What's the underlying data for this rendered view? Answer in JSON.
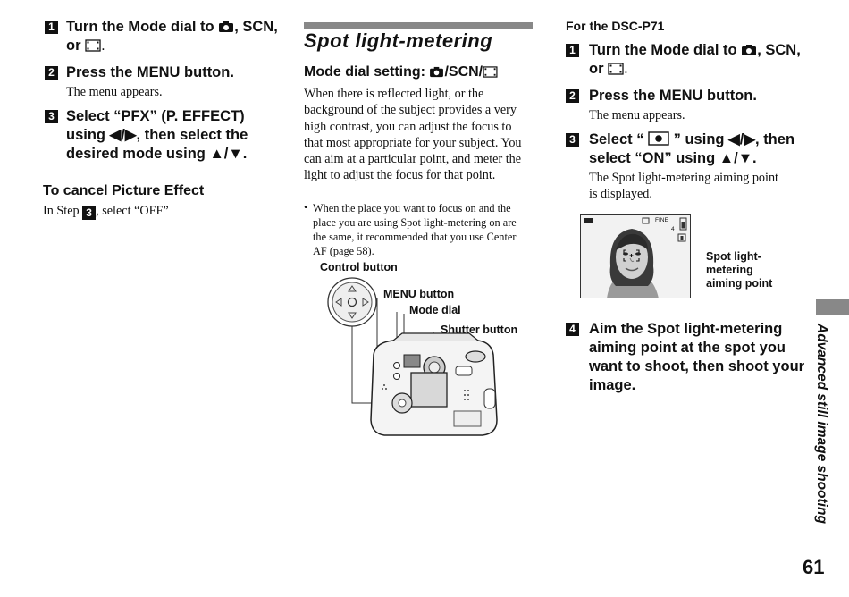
{
  "left": {
    "step1_a": "Turn the Mode dial to",
    "step1_b": ", SCN,",
    "step1_c": "or",
    "step1_d": ".",
    "step2": "Press the MENU button.",
    "step2_note": "The menu appears.",
    "step3_l1": "Select “PFX” (P. EFFECT)",
    "step3_l2": "using ◀/▶, then select the",
    "step3_l3": "desired mode using ▲/▼.",
    "cancel_heading": "To cancel Picture Effect",
    "cancel_a": "In Step",
    "cancel_b": ", select “OFF”"
  },
  "middle": {
    "title": "Spot light-metering",
    "mode_label": "Mode dial setting:",
    "mode_scn": "/SCN/",
    "para": [
      "When there is reflected light, or the",
      "background of the subject provides a very",
      "high contrast, you can adjust the focus to",
      "that most appropriate for your subject. You",
      "can aim at a particular point, and meter the",
      "light to adjust the focus for that point."
    ],
    "bullet": [
      "When the place you want to focus on and the",
      "place you are using Spot light-metering on are",
      "the same, it recommended that you use Center",
      "AF (page 58)."
    ],
    "labels": {
      "control": "Control button",
      "menu": "MENU button",
      "mode": "Mode dial",
      "shutter": "Shutter button"
    }
  },
  "right": {
    "model": "For the DSC-P71",
    "step1_a": "Turn the Mode dial to",
    "step1_b": ", SCN,",
    "step1_c": "or",
    "step1_d": ".",
    "step2": "Press the MENU button.",
    "step2_note": "The menu appears.",
    "step3_a": "Select “",
    "step3_b": "” using ◀/▶, then",
    "step3_l2": "select “ON” using ▲/▼.",
    "step3_note": [
      "The Spot light-metering aiming point",
      "is displayed."
    ],
    "screen_fine": "FINE",
    "screen_count": "4",
    "aim_label": [
      "Spot light-",
      "metering",
      "aiming point"
    ],
    "step4": [
      "Aim the Spot light-metering",
      "aiming point at the spot you",
      "want to shoot, then shoot your",
      "image."
    ]
  },
  "side_tab": "Advanced still image shooting",
  "page_number": "61",
  "step_numbers": [
    "1",
    "2",
    "3",
    "4"
  ]
}
